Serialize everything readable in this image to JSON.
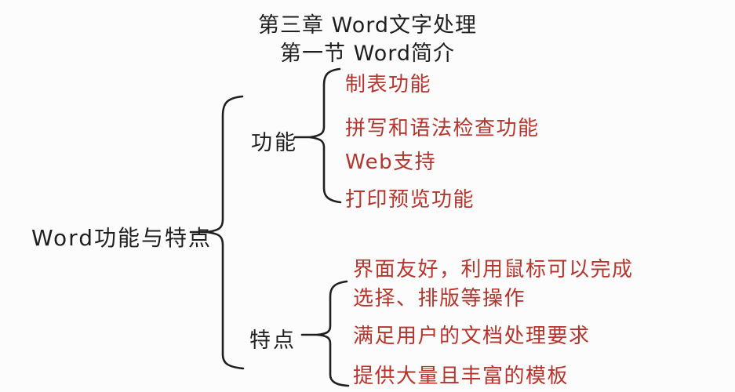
{
  "title": {
    "line1": "第三章 Word文字处理",
    "line2": "第一节 Word简介"
  },
  "root": {
    "label": "Word功能与特点"
  },
  "branches": [
    {
      "label": "功能",
      "items": [
        "制表功能",
        "拼写和语法检查功能",
        "Web支持",
        "打印预览功能"
      ]
    },
    {
      "label": "特点",
      "items": [
        "界面友好，利用鼠标可以完成\n选择、排版等操作",
        "满足用户的文档处理要求",
        "提供大量且丰富的模板"
      ]
    }
  ],
  "colors": {
    "item_text": "#b5342b",
    "node_text": "#1f1f1f",
    "line": "#1f1f1f",
    "background": "#fcfcfc"
  }
}
